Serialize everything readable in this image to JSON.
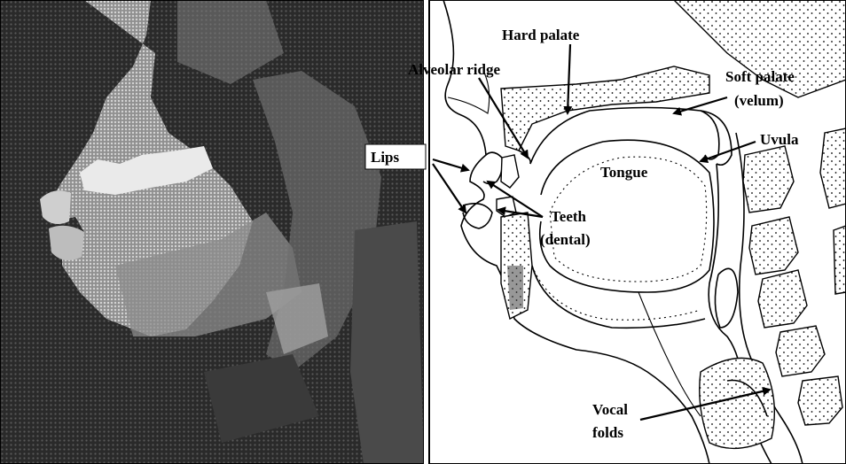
{
  "labels": {
    "hard_palate": "Hard palate",
    "alveolar_ridge": "Alveolar ridge",
    "soft_palate_1": "Soft palate",
    "soft_palate_2": "(velum)",
    "lips": "Lips",
    "uvula": "Uvula",
    "tongue": "Tongue",
    "teeth_1": "Teeth",
    "teeth_2": "(dental)",
    "vocal_1": "Vocal",
    "vocal_2": "folds"
  },
  "colors": {
    "xray_background": "#1c1c1c",
    "xray_highlight": "#d8d8d8",
    "line": "#000000",
    "paper": "#ffffff"
  }
}
